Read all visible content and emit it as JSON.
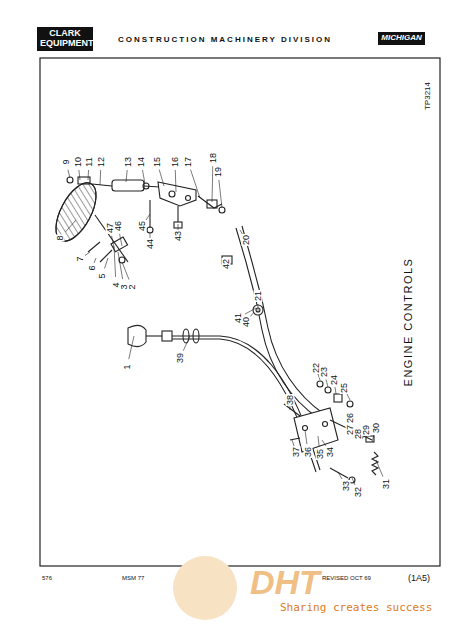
{
  "diagram": {
    "nodes": [
      {
        "text": [
          "CLARK EQUIPMENT"
        ]
      },
      {
        "text": [
          "MICHIGAN"
        ]
      }
    ],
    "labels": [
      "CONSTRUCTION MACHINERY DIVISION",
      "TP3214",
      "1",
      "2",
      "3",
      "4",
      "5",
      "6",
      "7",
      "8",
      "9",
      "10",
      "11",
      "12",
      "13",
      "14",
      "15",
      "16",
      "17",
      "18",
      "19",
      "20",
      "21",
      "22",
      "23",
      "24",
      "25",
      "26",
      "27",
      "28",
      "29",
      "30",
      "31",
      "32",
      "33",
      "34",
      "35",
      "36",
      "37",
      "38",
      "39",
      "40",
      "41",
      "42",
      "43",
      "44",
      "45",
      "46",
      "47",
      "ENGINE CONTROLS",
      "576",
      "MSM 77",
      "REVISED OCT 69",
      "(1A5)",
      "DHT",
      "Sharing creates success"
    ]
  }
}
